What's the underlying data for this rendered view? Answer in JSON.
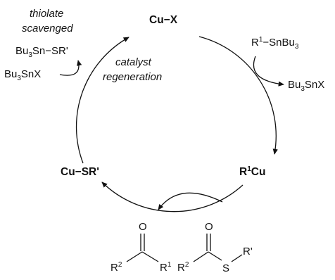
{
  "cycle": {
    "species_top": "Cu−X",
    "species_right": "R1Cu",
    "species_left": "Cu−SR'"
  },
  "annotations": {
    "thiolate_line1": "thiolate",
    "thiolate_line2": "scavenged",
    "catalyst_line1": "catalyst",
    "catalyst_line2": "regeneration"
  },
  "reagents": {
    "organostannane": "R1−SnBu3",
    "tin_halide_product": "Bu3SnX",
    "tin_halide_reagent": "Bu3SnX",
    "tin_thiolate": "Bu3Sn−SR'"
  },
  "structures": {
    "ketone": {
      "carbonyl_oxygen": "O",
      "left_group": "R2",
      "right_group": "R1"
    },
    "thioester": {
      "carbonyl_oxygen": "O",
      "left_group": "R2",
      "sulfur": "S",
      "thio_group": "R'"
    }
  }
}
